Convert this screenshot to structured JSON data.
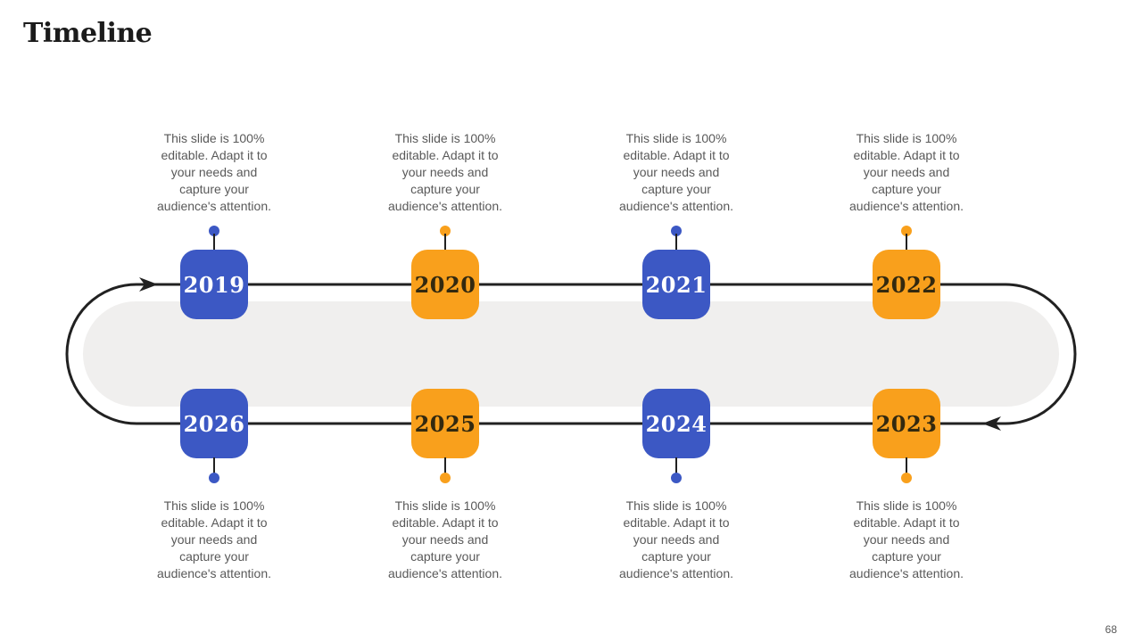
{
  "slide": {
    "title": "Timeline",
    "page_number": "68",
    "milestone_description": "This slide is 100%\neditable. Adapt it to\nyour needs and\ncapture your\naudience's attention.",
    "colors": {
      "badge_blue": "#3c58c4",
      "badge_orange": "#f9a01c",
      "year_text_on_blue": "#ffffff",
      "year_text_on_orange": "#33290f",
      "loop_line": "#212121",
      "track_fill": "#f0efee",
      "description_text": "#595959"
    }
  },
  "timeline": {
    "top_row": [
      {
        "year": "2019",
        "color": "blue"
      },
      {
        "year": "2020",
        "color": "orange"
      },
      {
        "year": "2021",
        "color": "blue"
      },
      {
        "year": "2022",
        "color": "orange"
      }
    ],
    "bottom_row": [
      {
        "year": "2026",
        "color": "blue"
      },
      {
        "year": "2025",
        "color": "orange"
      },
      {
        "year": "2024",
        "color": "blue"
      },
      {
        "year": "2023",
        "color": "orange"
      }
    ]
  }
}
